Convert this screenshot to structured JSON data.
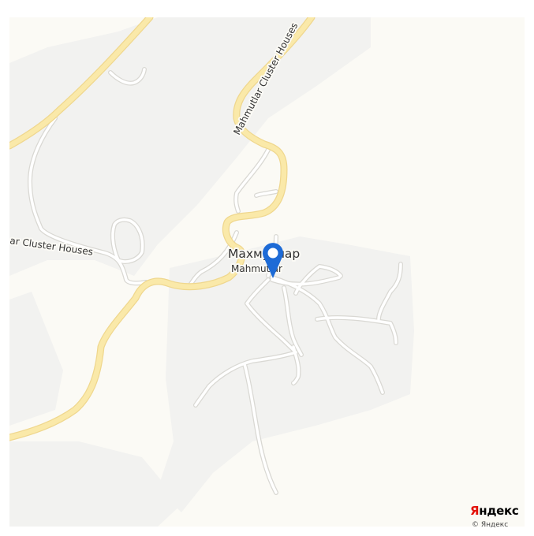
{
  "map": {
    "street_upper": "Mahmutlar Cluster Houses",
    "street_left": "ar Cluster Houses",
    "place_name_ru": "Махмутлар",
    "place_name_tr": "Mahmutlar",
    "logo_first": "Я",
    "logo_rest": "ндекс",
    "copyright": "© Яндекс",
    "colors": {
      "background": "#fbfaf5",
      "area": "#f2f2f0",
      "major_road": "#fae9a9",
      "major_road_casing": "#efd78e",
      "minor_road": "#ffffff",
      "minor_road_casing": "#d9d8d3",
      "marker": "#1e6bd6",
      "logo_red": "#e3120b"
    },
    "marker_icon": "map-pin-icon"
  }
}
